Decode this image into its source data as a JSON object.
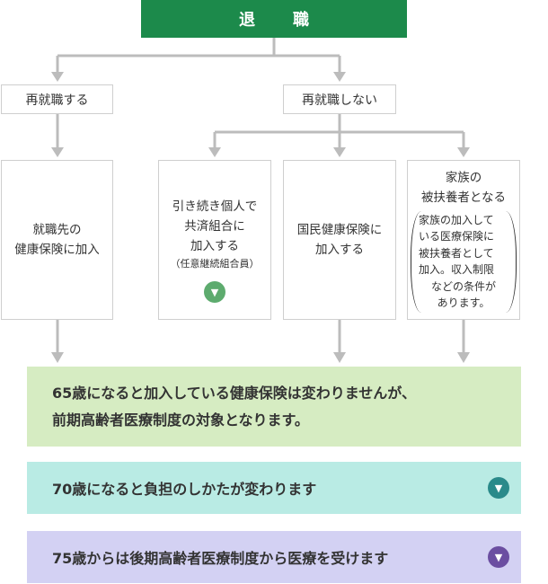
{
  "top": {
    "title": "退　職"
  },
  "branches": {
    "reemploy": "再就職する",
    "no_reemploy": "再就職しない"
  },
  "cards": {
    "employer": {
      "line1": "就職先の",
      "line2": "健康保険に加入"
    },
    "continue": {
      "line1": "引き続き個人で",
      "line2": "共済組合に",
      "line3": "加入する",
      "note": "（任意継続組合員）"
    },
    "national": {
      "line1": "国民健康保険に",
      "line2": "加入する"
    },
    "dependent": {
      "line1": "家族の",
      "line2": "被扶養者となる",
      "detail": [
        "家族の加入して",
        "いる医療保険に",
        "被扶養者として",
        "加入。収入制限",
        "などの条件が",
        "あります。"
      ]
    }
  },
  "bands": {
    "age65": {
      "line1": "65歳になると加入している健康保険は変わりませんが、",
      "line2": "前期高齢者医療制度の対象となります。"
    },
    "age70": "70歳になると負担のしかたが変わります",
    "age75": "75歳からは後期高齢者医療制度から医療を受けます"
  },
  "colors": {
    "header": "#1c8a4b",
    "connector": "#bcbcbc",
    "band65": "#d6ecc2",
    "band70": "#b9ebe4",
    "band75": "#d3d1f3",
    "btn_green": "#5dab6e",
    "btn_teal": "#2a8a8a",
    "btn_purple": "#6b4ea1"
  },
  "icons": {
    "expand": "triangle-down-icon"
  }
}
